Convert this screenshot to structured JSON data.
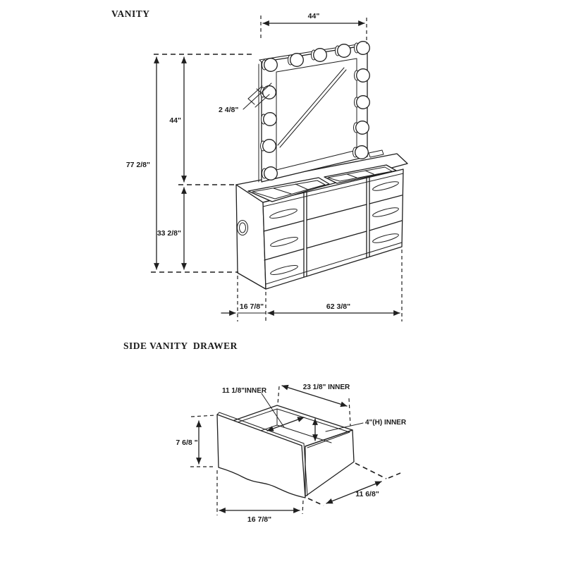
{
  "colors": {
    "line": "#1f1f1f",
    "background": "#ffffff"
  },
  "vanity": {
    "title": "VANITY",
    "dimensions": {
      "top_width": "44\"",
      "mirror_height": "44\"",
      "total_height": "77 2/8\"",
      "mirror_frame_depth": "2 4/8\"",
      "base_height": "33 2/8\"",
      "base_depth": "16 7/8\"",
      "base_width": "62 3/8\""
    }
  },
  "side_drawer": {
    "title": "SIDE VANITY  DRAWER",
    "dimensions": {
      "inner_depth": "11 1/8\"INNER",
      "inner_width": "23 1/8\" INNER",
      "inner_height": "4\"(H) INNER",
      "front_height": "7 6/8 \"",
      "front_width": "16 7/8\"",
      "side_depth": "11 6/8\""
    }
  }
}
